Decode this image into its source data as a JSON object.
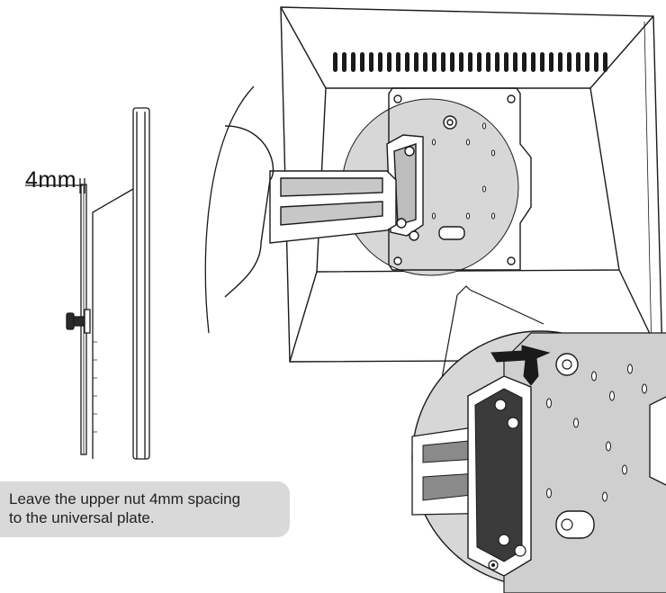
{
  "dimension_label": "4mm",
  "caption": {
    "line1": "Leave the upper nut 4mm spacing",
    "line2": "to the universal plate."
  },
  "colors": {
    "stroke": "#1a1a1a",
    "circle_fill": "#d7d7d7",
    "caption_fill": "#d9d9d9",
    "plate_fill": "#cfcfcf"
  }
}
